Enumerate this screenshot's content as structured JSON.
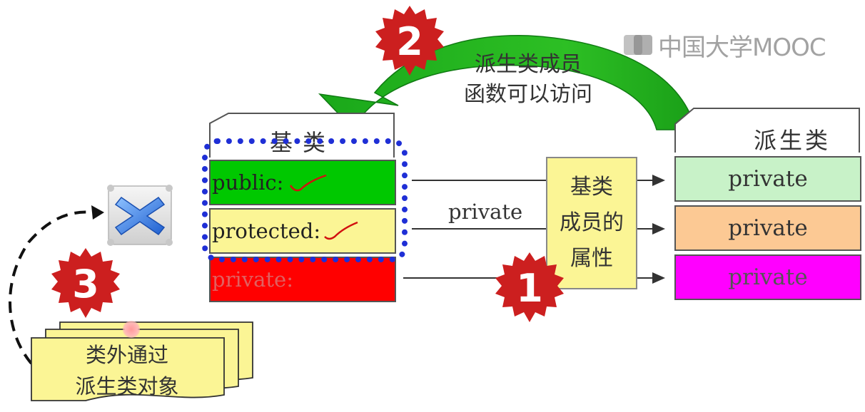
{
  "watermark": "中国大学MOOC",
  "base_class": {
    "title": "基类",
    "rows": [
      {
        "label": "public:",
        "color": "#00c800",
        "checked": true
      },
      {
        "label": "protected:",
        "color": "#fbf595",
        "checked": true
      },
      {
        "label": "private:",
        "color": "#ff0000",
        "checked": false
      }
    ]
  },
  "derived_class": {
    "title": "派生类",
    "rows": [
      {
        "label": "private",
        "color": "#c8f2c8"
      },
      {
        "label": "private",
        "color": "#fcc994"
      },
      {
        "label": "private",
        "color": "#ff00ff"
      }
    ]
  },
  "inheritance_label": "private",
  "attribute_box": {
    "line1": "基类",
    "line2": "成员的",
    "line3": "属性",
    "color": "#fbf595"
  },
  "arrow_note": {
    "line1": "派生类成员",
    "line2": "函数可以访问"
  },
  "badges": {
    "one": "1",
    "two": "2",
    "three": "3"
  },
  "outside_note": {
    "line1": "类外通过",
    "line2": "派生类对象"
  },
  "colors": {
    "badge": "#cc1f1f",
    "arrow": "#22aa1e",
    "highlight": "#1f2fd6"
  }
}
